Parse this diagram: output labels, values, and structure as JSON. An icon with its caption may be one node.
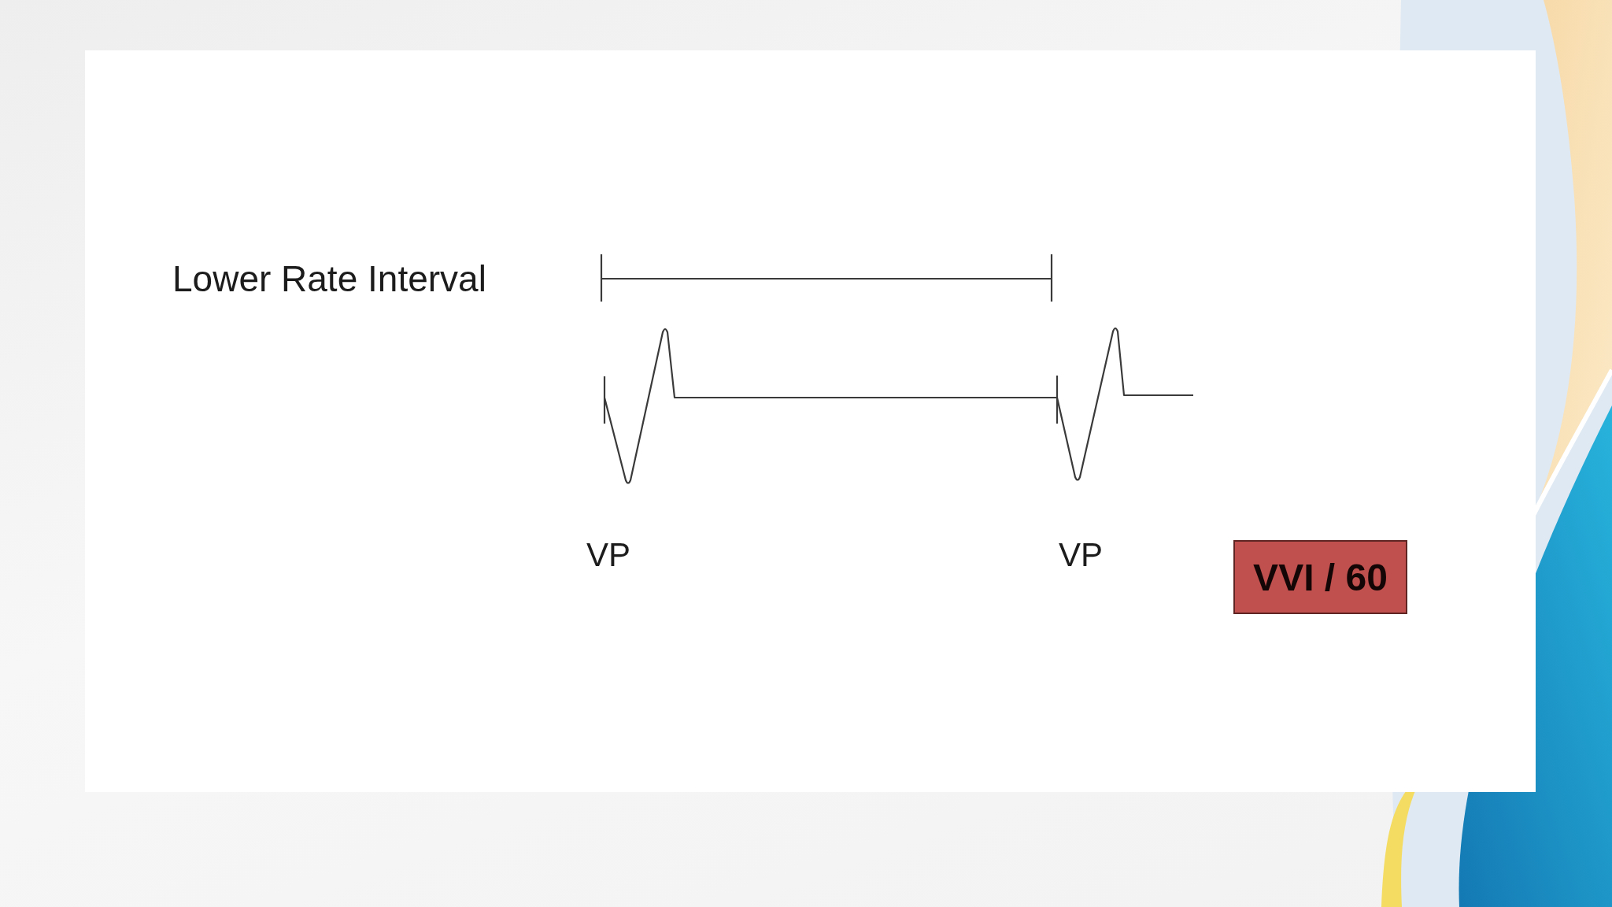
{
  "diagram": {
    "nodes": [
      {
        "text": [
          "VVI / 60"
        ]
      }
    ],
    "labels": [
      "Lower Rate Interval",
      "VP",
      "VP"
    ]
  }
}
